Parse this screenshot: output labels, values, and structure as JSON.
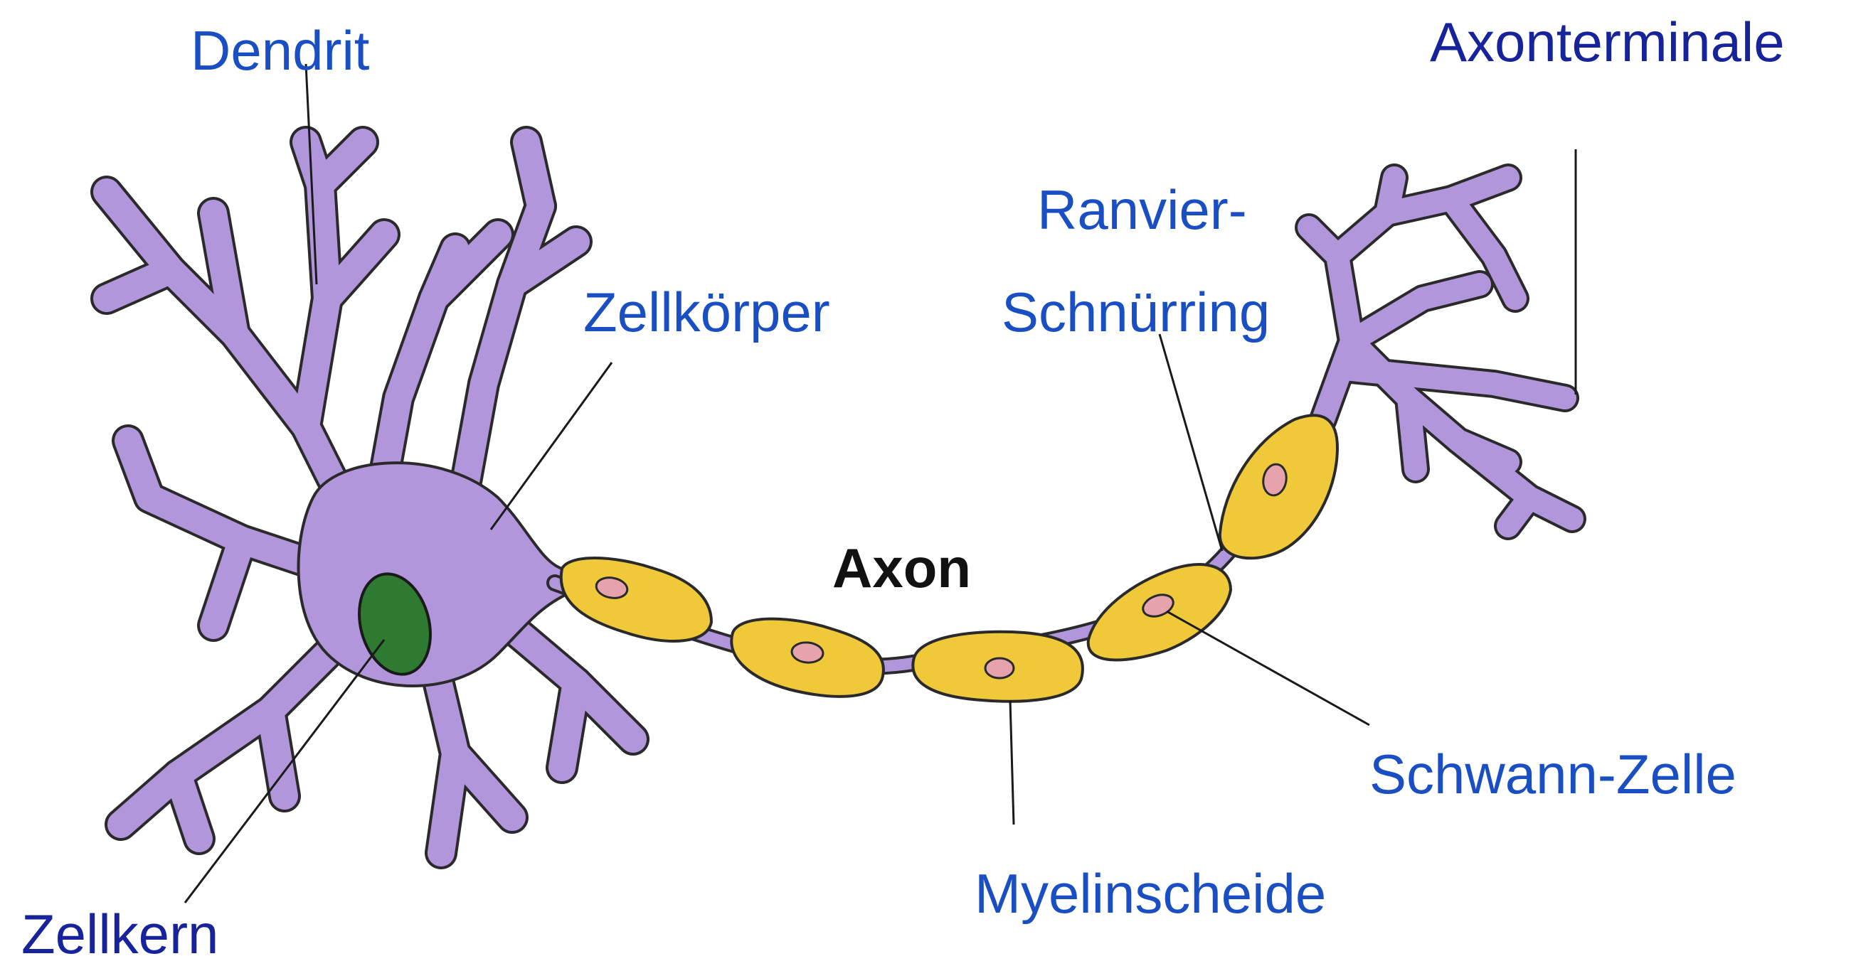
{
  "labels": {
    "dendrit": "Dendrit",
    "axonterminale": "Axonterminale",
    "ranvier_line1": "Ranvier-",
    "ranvier_line2": "Schnürring",
    "zellkoerper": "Zellkörper",
    "axon": "Axon",
    "schwann": "Schwann-Zelle",
    "myelinscheide": "Myelinscheide",
    "zellkern": "Zellkern"
  },
  "colors": {
    "neuron": "#b296dc",
    "outline": "#2a2a2a",
    "myelin": "#f0c93a",
    "nucleus": "#2e7a30",
    "schwann_nucleus": "#e6a3ad",
    "label_blue": "#1a4fc4",
    "label_dark_blue": "#16239a",
    "label_black": "#111111"
  }
}
